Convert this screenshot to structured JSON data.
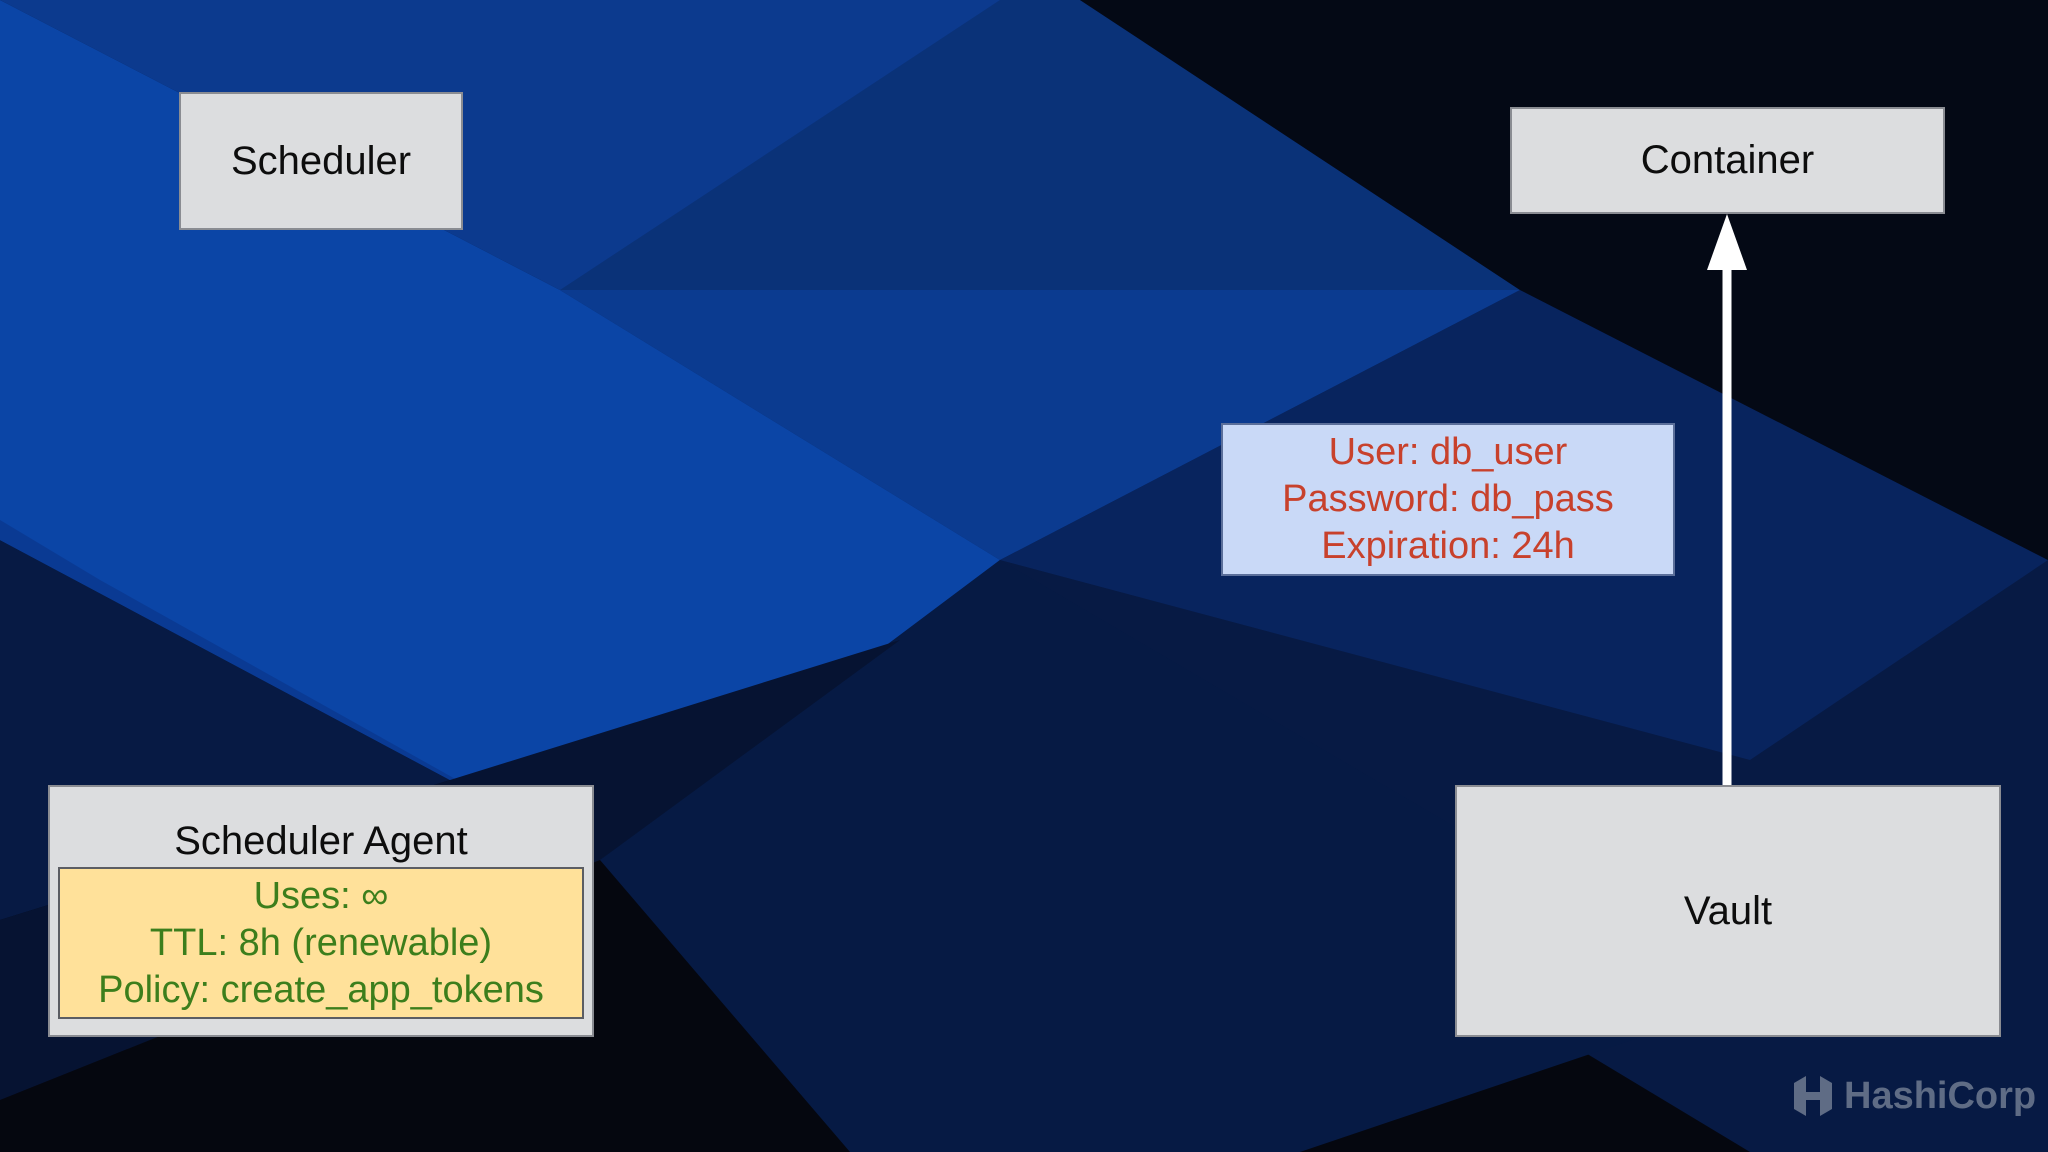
{
  "diagram": {
    "nodes": {
      "scheduler": "Scheduler",
      "container": "Container",
      "vault": "Vault",
      "scheduler_agent": "Scheduler Agent"
    },
    "token": {
      "lines": [
        "Uses: ∞",
        "TTL: 8h (renewable)",
        "Policy: create_app_tokens"
      ]
    },
    "credentials": {
      "lines": [
        "User: db_user",
        "Password: db_pass",
        "Expiration: 24h"
      ]
    },
    "edges": [
      {
        "from": "Vault",
        "to": "Container"
      }
    ]
  },
  "branding": {
    "logo_text": "HashiCorp",
    "logo_icon": "hashicorp-logo-icon"
  },
  "colors": {
    "box_fill": "#dcdddf",
    "token_fill": "#ffe19a",
    "token_text": "#3c7e1c",
    "creds_fill": "#c9d9f7",
    "creds_text": "#c8412c",
    "arrow": "#ffffff"
  }
}
